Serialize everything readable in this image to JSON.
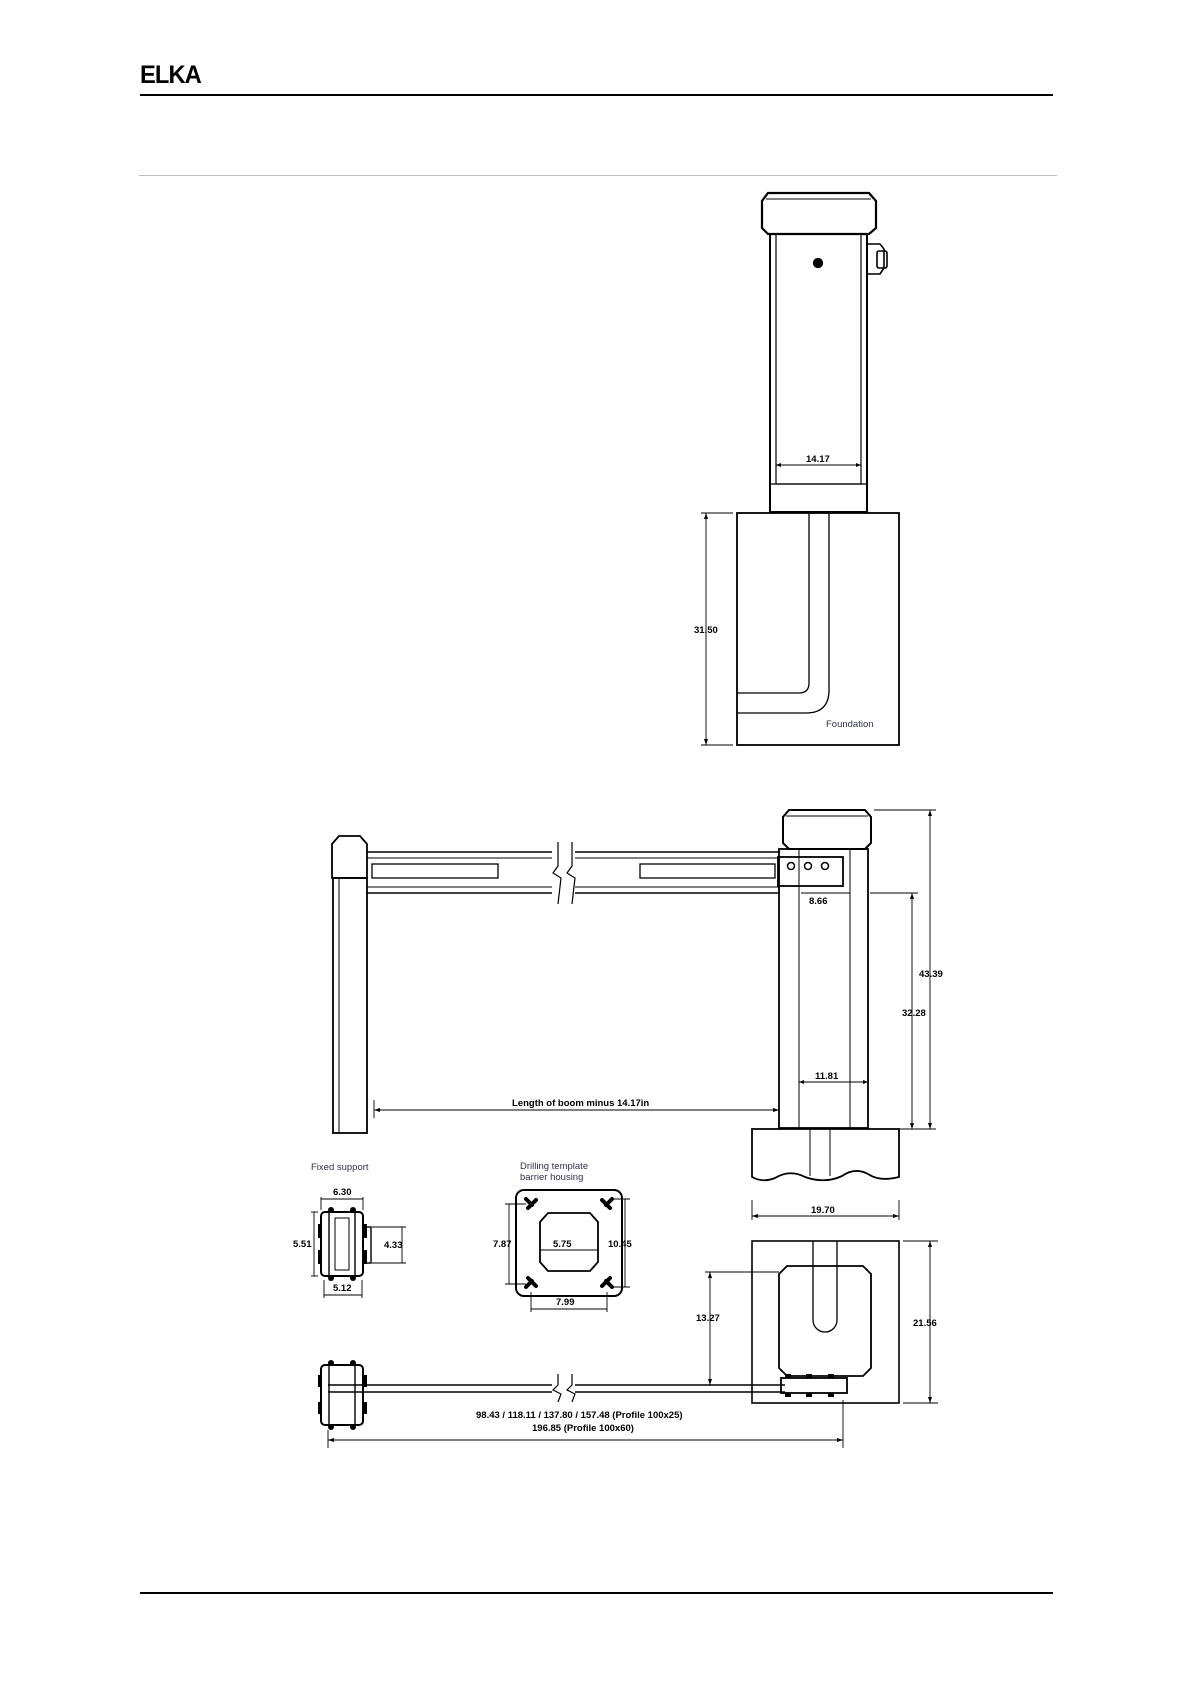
{
  "header": {
    "logo": "ELKA"
  },
  "side_view": {
    "housing_width": "14.17",
    "foundation_height": "31.50",
    "foundation_label": "Foundation"
  },
  "front_view": {
    "boom_height_slot": "8.66",
    "total_height": "43.39",
    "boom_axis_height": "32.28",
    "housing_depth": "11.81",
    "boom_length_note": "Length of boom minus 14.17in"
  },
  "fixed_support": {
    "title": "Fixed support",
    "width_top": "6.30",
    "height_left": "5.51",
    "height_right": "4.33",
    "width_bottom": "5.12"
  },
  "drilling_template": {
    "title_line1": "Drilling template",
    "title_line2": "barrier housing",
    "height_left": "7.87",
    "center_width": "5.75",
    "height_right": "10.45",
    "width_bottom": "7.99"
  },
  "plan_view": {
    "foundation_width": "19.70",
    "foundation_depth": "21.56",
    "offset": "13.27",
    "boom_lengths": "98.43 / 118.11 / 137.80 / 157.48 (Profile 100x25)",
    "boom_length_long": "196.85 (Profile 100x60)"
  }
}
